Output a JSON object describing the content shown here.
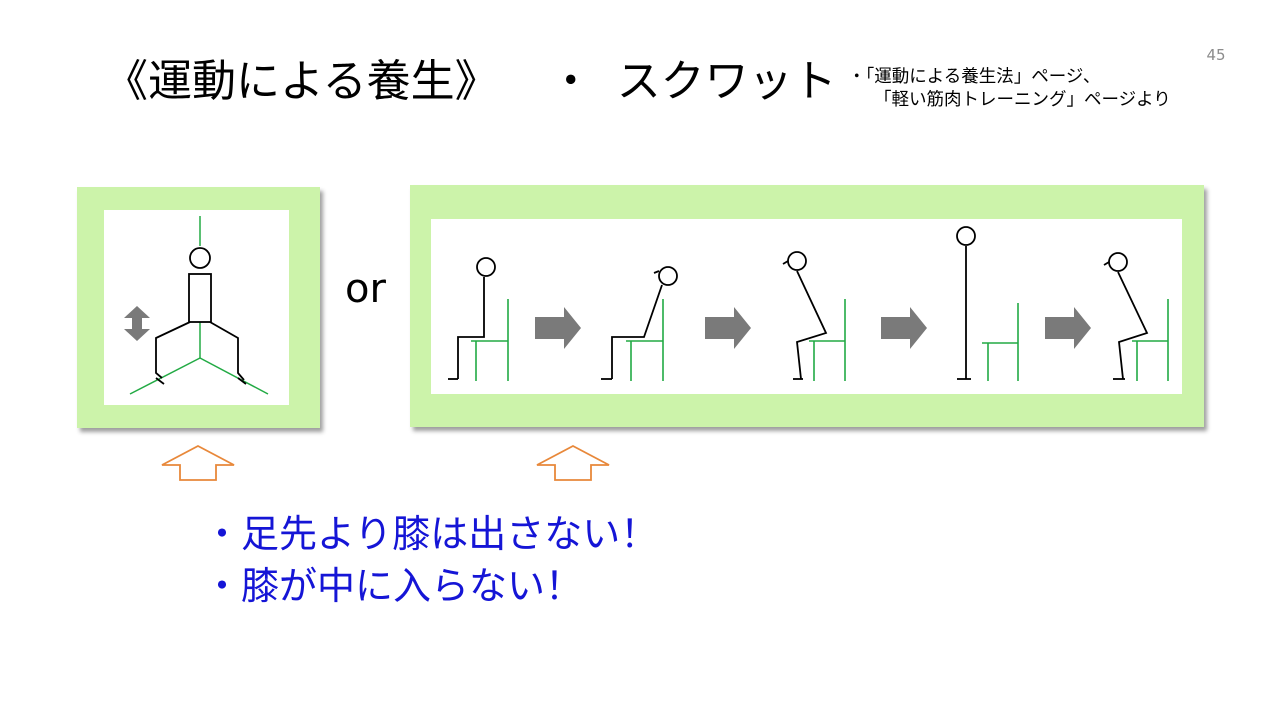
{
  "page_number": "45",
  "title": {
    "main": "《運動による養生》",
    "separator": "・",
    "sub": "スクワット"
  },
  "source_note": {
    "line1": "・「運動による養生法」ページ、",
    "line2": "「軽い筋肉トレーニング」ページより"
  },
  "or_label": "or",
  "notes": [
    "・足先より膝は出さない！",
    "・膝が中に入らない！"
  ],
  "icons": {
    "up_down_arrow": "up-down-arrow-icon",
    "right_arrow": "right-arrow-icon",
    "up_arrow_outline": "up-arrow-outline-icon"
  },
  "colors": {
    "panel_bg": "#ccf3aa",
    "chair_line": "#22aa44",
    "note_text": "#1515d6",
    "pointer_arrow": "#e8883a",
    "step_arrow": "#7a7a7a"
  }
}
